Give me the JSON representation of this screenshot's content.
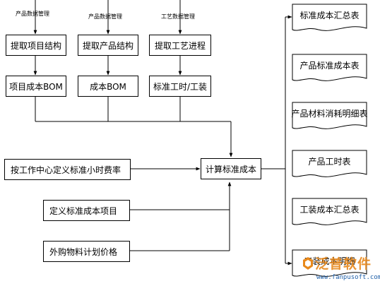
{
  "top_sources": [
    {
      "caption": "产品数据管理",
      "label": "提取项目结构",
      "result": "项目成本BOM"
    },
    {
      "caption": "产品数据管理",
      "label": "提取产品结构",
      "result": "成本BOM"
    },
    {
      "caption": "工艺数据管理",
      "label": "提取工艺进程",
      "result": "标准工时/工装"
    }
  ],
  "left_inputs": [
    "按工作中心定义标准小时费率",
    "定义标准成本项目",
    "外购物料计划价格"
  ],
  "center": {
    "label": "计算标准成本"
  },
  "outputs": [
    "标准成本汇总表",
    "产品标准成本表",
    "产品材料消耗明细表",
    "产品工时表",
    "工装成本汇总表",
    "工装成本明细"
  ],
  "watermark": {
    "text": "泛普软件",
    "url": "www.fanpusoft.com"
  },
  "colors": {
    "line": "#000000",
    "watermark_orange": "#e8891c",
    "watermark_blue": "#1f5fa8"
  }
}
